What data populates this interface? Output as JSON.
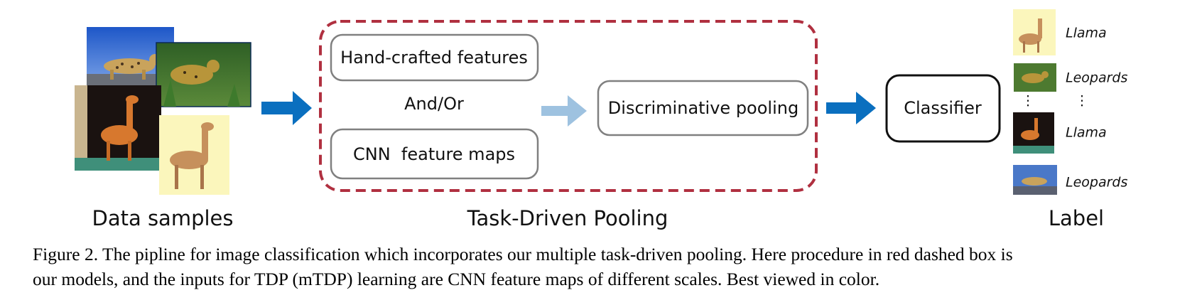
{
  "sections": {
    "data_samples": "Data samples",
    "pooling": "Task-Driven Pooling",
    "label": "Label"
  },
  "boxes": {
    "hand_crafted": "Hand-crafted features",
    "and_or": "And/Or",
    "cnn": "CNN  feature maps",
    "disc_pooling": "Discriminative pooling",
    "classifier": "Classifier"
  },
  "labels": {
    "l1": "Llama",
    "l2": "Leopards",
    "dots1": "⋮",
    "dots2": "⋮",
    "l3": "Llama",
    "l4": "Leopards"
  },
  "caption": {
    "line1": "Figure 2. The pipline for image classification which incorporates our multiple task-driven pooling.  Here procedure in red dashed box is",
    "line2": "our models, and the inputs for TDP (mTDP) learning are CNN feature maps of different scales. Best viewed in color."
  },
  "colors": {
    "arrow_blue": "#0a6fbf",
    "arrow_light": "#9ec2e0",
    "dashed_red": "#b03040",
    "box_stroke": "#808080"
  }
}
